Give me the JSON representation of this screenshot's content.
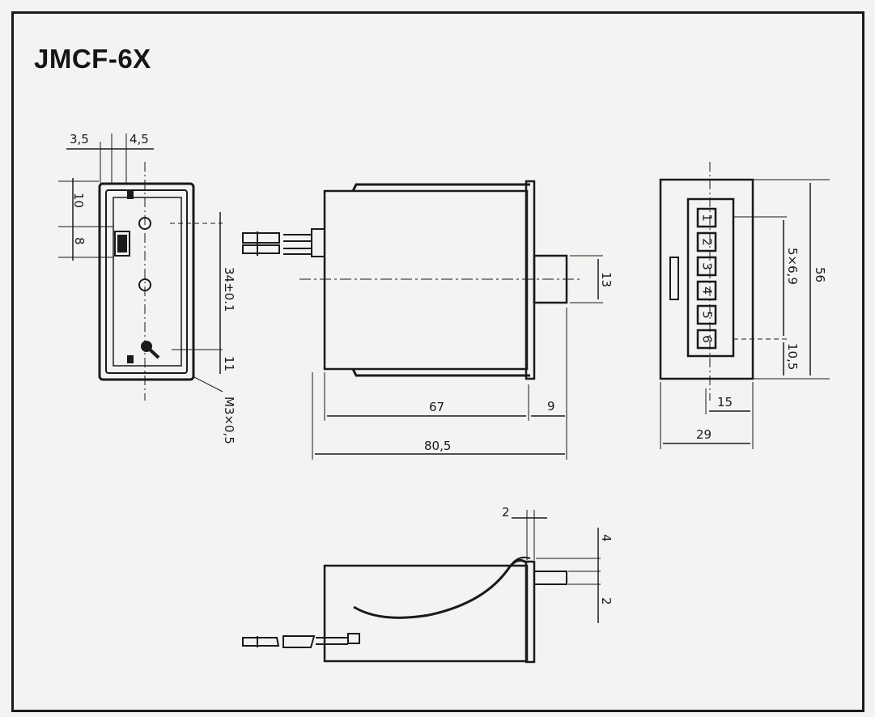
{
  "title": "JMCF-6X",
  "colors": {
    "paper": "#f3f3f1",
    "ink": "#1a1a1a"
  },
  "dimensions": {
    "d_3_5": "3,5",
    "d_4_5": "4,5",
    "d_10": "10",
    "d_8": "8",
    "d_34": "34±0.1",
    "d_11": "11",
    "d_m3": "M3×0,5",
    "d_67": "67",
    "d_9": "9",
    "d_80_5": "80,5",
    "d_13": "13",
    "d_5x6_9": "5×6,9",
    "d_56": "56",
    "d_10_5": "10,5",
    "d_15": "15",
    "d_29": "29",
    "d_2_top": "2",
    "d_4": "4",
    "d_2_side": "2"
  },
  "counter_digits": [
    "1",
    "2",
    "3",
    "4",
    "5",
    "6"
  ]
}
